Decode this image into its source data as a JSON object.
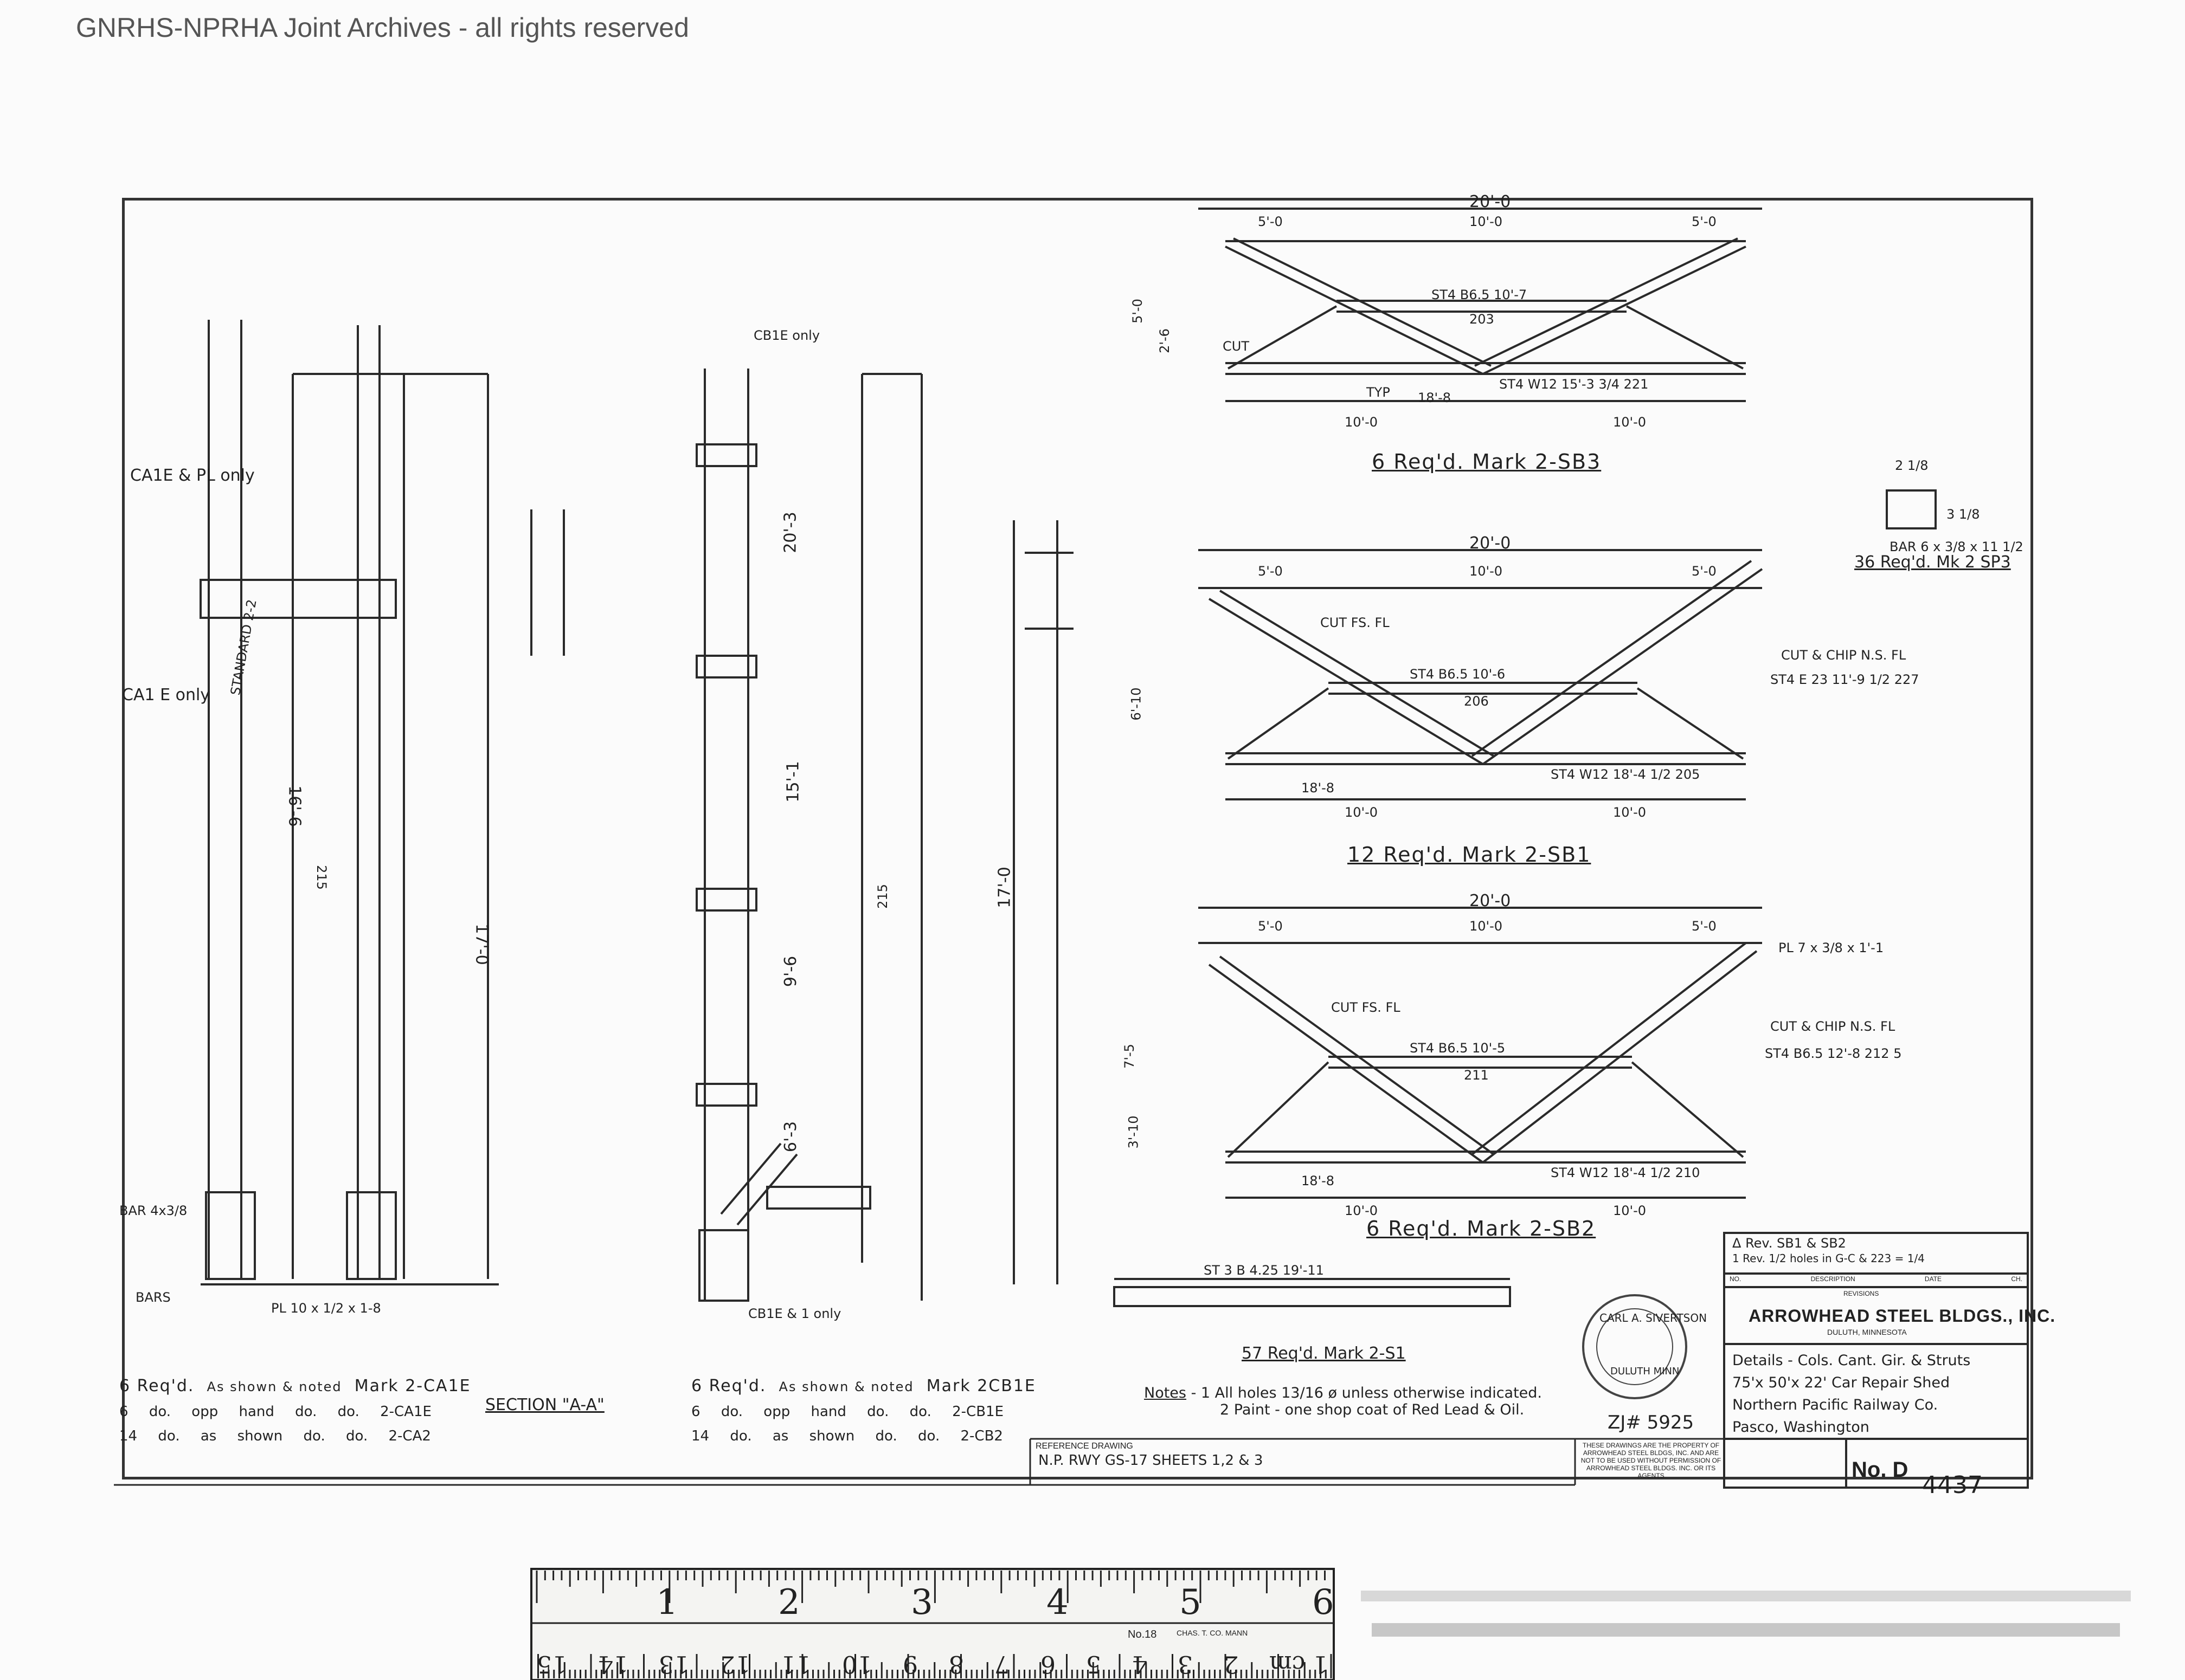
{
  "watermark": "GNRHS-NPRHA Joint Archives - all rights reserved",
  "column_a": {
    "labels": [
      "CA1E & PL only",
      "CA1 E only",
      "STANDARD 2-2"
    ],
    "dims": [
      "16'-6",
      "17'-0",
      "215"
    ],
    "section_label": "SECTION \"A-A\"",
    "req_lines": [
      [
        "6 Req'd.",
        "As shown & noted",
        "Mark 2-CA1E"
      ],
      [
        "6",
        "do.",
        "opp hand",
        "do.",
        "do.",
        "2-CA1E"
      ],
      [
        "14",
        "do.",
        "as shown",
        "do.",
        "do.",
        "2-CA2"
      ]
    ],
    "notes": [
      "BAR 4x3/8",
      "BARS",
      "PL 10 x 1/2 x 1-8"
    ]
  },
  "column_b": {
    "labels": [
      "CB1E only",
      "CB1E & 1 only"
    ],
    "dims": [
      "20'-3",
      "15'-1",
      "9'-6",
      "6'-3",
      "17'-0",
      "215"
    ],
    "req_lines": [
      [
        "6 Req'd.",
        "As shown & noted",
        "Mark 2CB1E"
      ],
      [
        "6",
        "do.",
        "opp hand",
        "do.",
        "do.",
        "2-CB1E"
      ],
      [
        "14",
        "do.",
        "as shown",
        "do.",
        "do.",
        "2-CB2"
      ]
    ]
  },
  "trusses": [
    {
      "dims": [
        "20'-0",
        "5'-0",
        "10'-0",
        "5'-0",
        "10'-0",
        "10'-0",
        "5'-0",
        "2'-6",
        "18'-8"
      ],
      "members": [
        "ST4 B6.5 10'-7",
        "ST4 W12 15'-3 3/4 221",
        "203",
        "CUT",
        "TYP"
      ],
      "caption": "6 Req'd. Mark 2-SB3"
    },
    {
      "dims": [
        "20'-0",
        "10'-0",
        "5'-0",
        "5'-0",
        "10'-0",
        "10'-0",
        "18'-8",
        "6'-10"
      ],
      "members": [
        "ST4 B6.5 10'-6",
        "206",
        "ST4 W12 18'-4 1/2 205",
        "CUT FS. FL",
        "CUT & CHIP N.S. FL",
        "ST4 E 23 11'-9 1/2 227"
      ],
      "caption": "12 Req'd. Mark 2-SB1"
    },
    {
      "dims": [
        "20'-0",
        "5'-0",
        "10'-0",
        "5'-0",
        "10'-0",
        "10'-0",
        "18'-8",
        "7'-5",
        "3'-10"
      ],
      "members": [
        "ST4 B6.5 10'-5",
        "211",
        "ST4 W12 18'-4 1/2 210",
        "CUT FS. FL",
        "CUT & CHIP N.S. FL",
        "ST4 B6.5 12'-8 212 5",
        "PL 7 x 3/8 x 1'-1"
      ],
      "caption": "6 Req'd. Mark 2-SB2"
    }
  ],
  "bar_detail": {
    "dims": [
      "2 1/8",
      "3 1/8"
    ],
    "text": "BAR 6 x 3/8 x 11 1/2",
    "caption": "36 Req'd. Mk 2 SP3"
  },
  "strut": {
    "member": "ST 3 B 4.25 19'-11",
    "caption": "57 Req'd. Mark 2-S1"
  },
  "notes": {
    "title": "Notes",
    "lines": [
      "1 All holes 13/16 ø unless otherwise indicated.",
      "2 Paint - one shop coat of Red Lead & Oil."
    ]
  },
  "stamp": {
    "name": "CARL A. SIVERTSON",
    "sub": "DULUTH MINN"
  },
  "job_no": "ZJ# 5925",
  "ref_drawing": {
    "label": "REFERENCE DRAWING",
    "value": "N.P. RWY GS-17 SHEETS 1,2 & 3"
  },
  "property_note": "THESE DRAWINGS ARE THE PROPERTY OF ARROWHEAD STEEL BLDGS, INC. AND ARE NOT TO BE USED WITHOUT PERMISSION OF ARROWHEAD STEEL BLDGS. INC. OR ITS AGENTS",
  "revisions": {
    "rows": [
      [
        "Δ",
        "Rev. SB1 & SB2"
      ],
      [
        "1",
        "Rev. 1/2 holes in G-C & 223 = 1/4"
      ]
    ],
    "header": [
      "NO.",
      "DESCRIPTION",
      "DATE",
      "CH."
    ],
    "label": "REVISIONS"
  },
  "title_block": {
    "company": "ARROWHEAD STEEL BLDGS., INC.",
    "city": "DULUTH, MINNESOTA",
    "title_lines": [
      "Details - Cols. Cant. Gir. & Struts",
      "75'x 50'x 22' Car Repair Shed",
      "Northern Pacific Railway Co.",
      "Pasco, Washington"
    ],
    "sheet_no": "No. D",
    "handwritten_no": "4437"
  },
  "ruler": {
    "inch_labels": [
      "1",
      "2",
      "3",
      "4",
      "5",
      "6"
    ],
    "cm_labels": [
      "1 cm",
      "2",
      "3",
      "4",
      "5",
      "6",
      "7",
      "8",
      "9",
      "10",
      "11",
      "12",
      "13",
      "14",
      "15"
    ],
    "maker": "No.18",
    "maker_mark": "CHAS. T. CO. MANN"
  }
}
